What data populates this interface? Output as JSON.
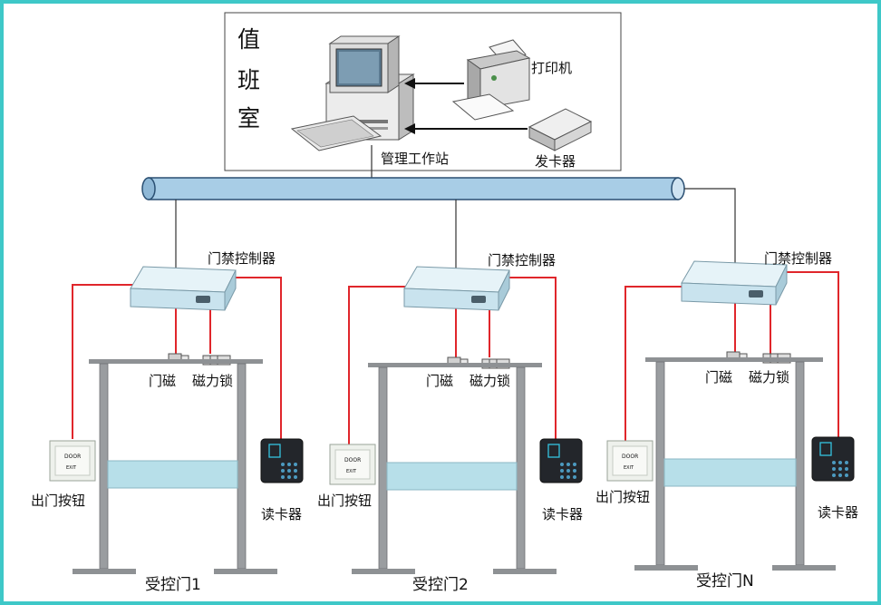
{
  "colors": {
    "border": "#3ec8c8",
    "red_wire": "#e0262b",
    "bus_fill": "#a8cde6",
    "bus_stroke": "#2a4f72",
    "glass": "#b7dfe9",
    "frame_metal": "#8e9194",
    "controller": "#d9eef5"
  },
  "duty_room": {
    "title_chars": [
      "值",
      "班",
      "室"
    ],
    "workstation_label": "管理工作站",
    "printer_label": "打印机",
    "issuer_label": "发卡器"
  },
  "units": [
    {
      "controller_label": "门禁控制器",
      "sensor_label": "门磁",
      "lock_label": "磁力锁",
      "exit_button_label": "出门按钮",
      "reader_label": "读卡器",
      "door_label": "受控门1",
      "exit_button_text": "DOOR",
      "exit_button_sub": "EXIT"
    },
    {
      "controller_label": "门禁控制器",
      "sensor_label": "门磁",
      "lock_label": "磁力锁",
      "exit_button_label": "出门按钮",
      "reader_label": "读卡器",
      "door_label": "受控门2",
      "exit_button_text": "DOOR",
      "exit_button_sub": "EXIT"
    },
    {
      "controller_label": "门禁控制器",
      "sensor_label": "门磁",
      "lock_label": "磁力锁",
      "exit_button_label": "出门按钮",
      "reader_label": "读卡器",
      "door_label": "受控门N",
      "exit_button_text": "DOOR",
      "exit_button_sub": "EXIT"
    }
  ]
}
